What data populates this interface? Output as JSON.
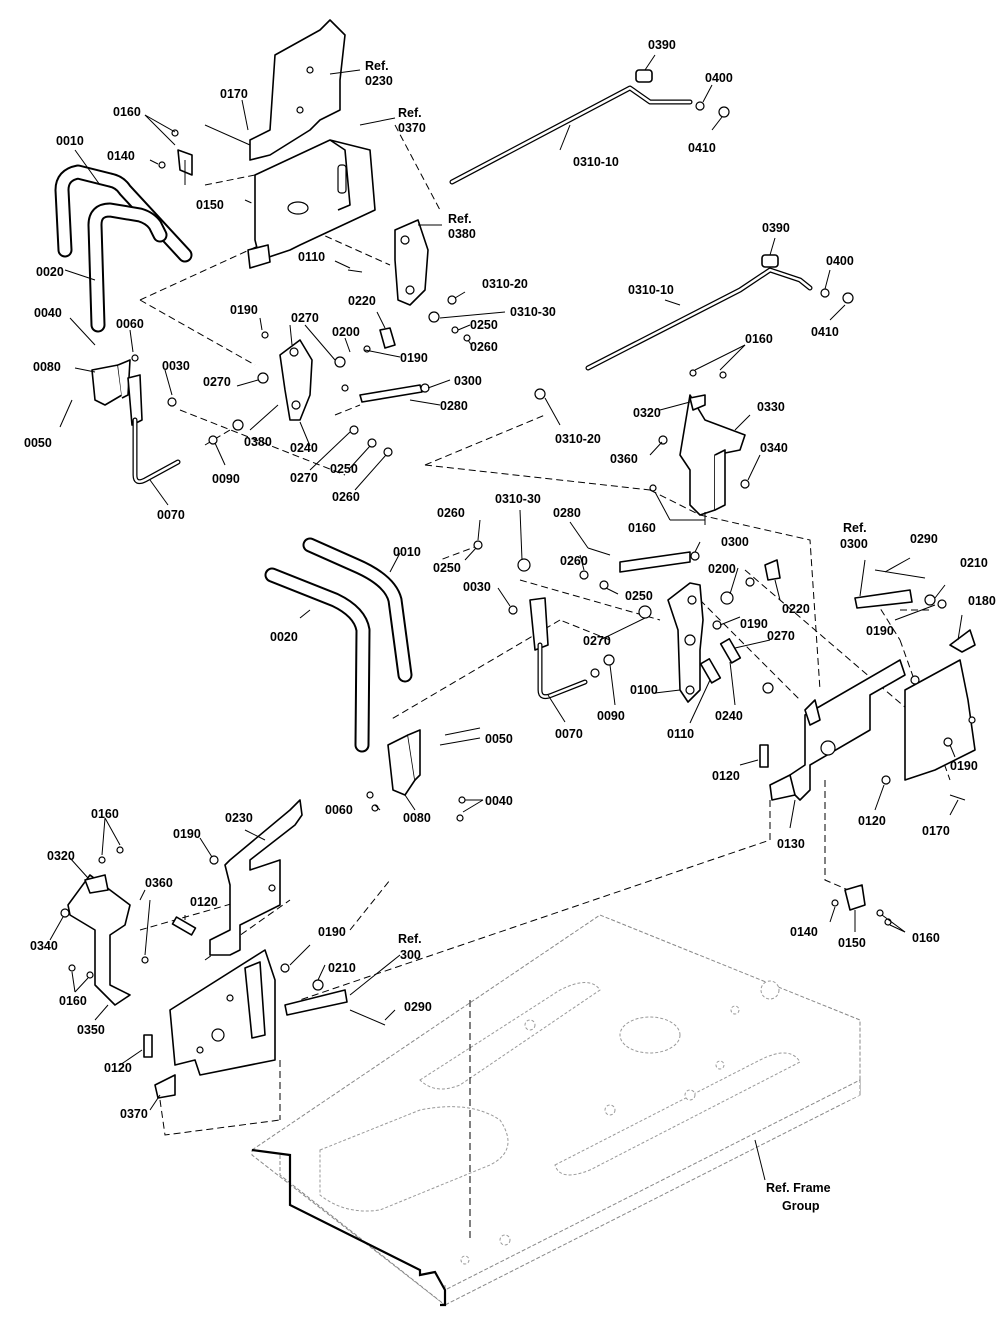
{
  "labels": {
    "ref_0230": [
      "Ref.",
      "0230"
    ],
    "ref_0370": [
      "Ref.",
      "0370"
    ],
    "ref_0380": [
      "Ref.",
      "0380"
    ],
    "ref_0300_right": [
      "Ref.",
      "0300"
    ],
    "ref_300_bottom": [
      "Ref.",
      "300"
    ],
    "ref_frame": [
      "Ref. Frame",
      "Group"
    ],
    "p0170a": "0170",
    "p0160a": "0160",
    "p0140a": "0140",
    "p0150a": "0150",
    "p0010a": "0010",
    "p0020a": "0020",
    "p0040a": "0040",
    "p0060a": "0060",
    "p0080a": "0080",
    "p0030a": "0030",
    "p0050a": "0050",
    "p0070a": "0070",
    "p0090a": "0090",
    "p0110a": "0110",
    "p0190a": "0190",
    "p0190b": "0190",
    "p0220a": "0220",
    "p0270a": "0270",
    "p0270b": "0270",
    "p0270c": "0270",
    "p0200a": "0200",
    "p0300a": "0300",
    "p0280a": "0280",
    "p0380a": "0380",
    "p0240a": "0240",
    "p0250a": "0250",
    "p0260a": "0260",
    "p0250b": "0250",
    "p0260b": "0260",
    "p031020a": "0310-20",
    "p031030a": "0310-30",
    "p031010a": "0310-10",
    "p0390a": "0390",
    "p0400a": "0400",
    "p0410a": "0410",
    "p031010b": "0310-10",
    "p0390b": "0390",
    "p0400b": "0400",
    "p0410b": "0410",
    "p0160b": "0160",
    "p0320a": "0320",
    "p0330a": "0330",
    "p0360a": "0360",
    "p0340a": "0340",
    "p0160c": "0160",
    "p031020b": "0310-20",
    "p031030b": "0310-30",
    "p0260c": "0260",
    "p0250c": "0250",
    "p0280b": "0280",
    "p0300b": "0300",
    "p0260d": "0260",
    "p0250d": "0250",
    "p0200b": "0200",
    "p0220b": "0220",
    "p0030b": "0030",
    "p0010b": "0010",
    "p0020b": "0020",
    "p0190c": "0190",
    "p0270d": "0270",
    "p0270e": "0270",
    "p0090b": "0090",
    "p0100a": "0100",
    "p0110b": "0110",
    "p0240b": "0240",
    "p0070b": "0070",
    "p0050b": "0050",
    "p0040b": "0040",
    "p0060b": "0060",
    "p0080b": "0080",
    "p0290a": "0290",
    "p0210a": "0210",
    "p0190d": "0190",
    "p0180a": "0180",
    "p0120a": "0120",
    "p0130a": "0130",
    "p0120b": "0120",
    "p0170b": "0170",
    "p0190e": "0190",
    "p0140b": "0140",
    "p0150b": "0150",
    "p0160d": "0160",
    "p0160e": "0160",
    "p0320b": "0320",
    "p0360b": "0360",
    "p0340b": "0340",
    "p0160f": "0160",
    "p0350a": "0350",
    "p0190f": "0190",
    "p0230a": "0230",
    "p0120c": "0120",
    "p0190g": "0190",
    "p0210b": "0210",
    "p0290b": "0290",
    "p0120d": "0120",
    "p0370a": "0370"
  }
}
